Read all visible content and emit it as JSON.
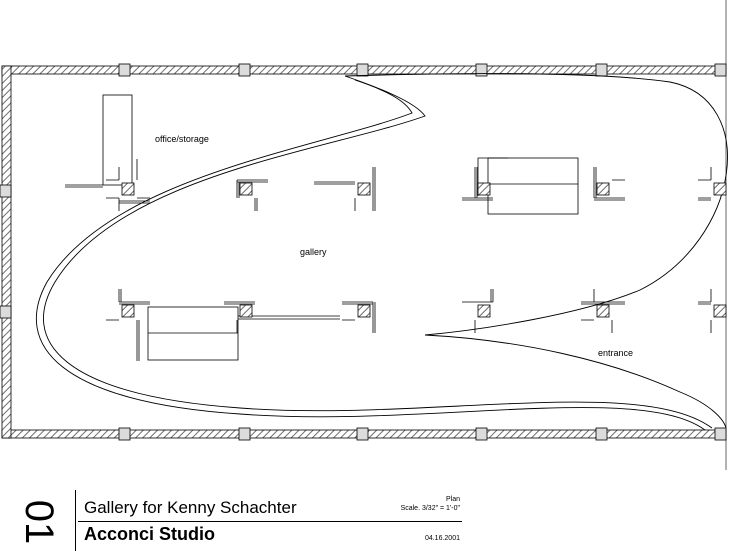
{
  "plan": {
    "labels": {
      "office": "office/storage",
      "gallery": "gallery",
      "entrance": "entrance"
    }
  },
  "titleblock": {
    "sheet_number": "01",
    "project": "Gallery for Kenny Schachter",
    "studio": "Acconci Studio",
    "drawing_type": "Plan",
    "scale": "Scale.  3/32\" = 1'-0\"",
    "date": "04.16.2001"
  },
  "colors": {
    "line": "#000000",
    "hatch": "#6e6e6e",
    "background": "#ffffff"
  }
}
